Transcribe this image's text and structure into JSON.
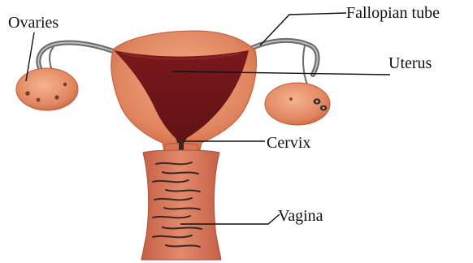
{
  "labels": {
    "ovaries": "Ovaries",
    "fallopian_tube": "Fallopian tube",
    "uterus": "Uterus",
    "cervix": "Cervix",
    "vagina": "Vagina"
  },
  "colors": {
    "tissue": "#e0855f",
    "tissue_dark": "#c8643f",
    "tissue_light": "#f1a882",
    "cavity": "#8a1f22",
    "cavity_dark": "#6e1518",
    "tube": "#6a6a6a",
    "vagina_fold": "#3a2a26",
    "ink": "#111111"
  }
}
